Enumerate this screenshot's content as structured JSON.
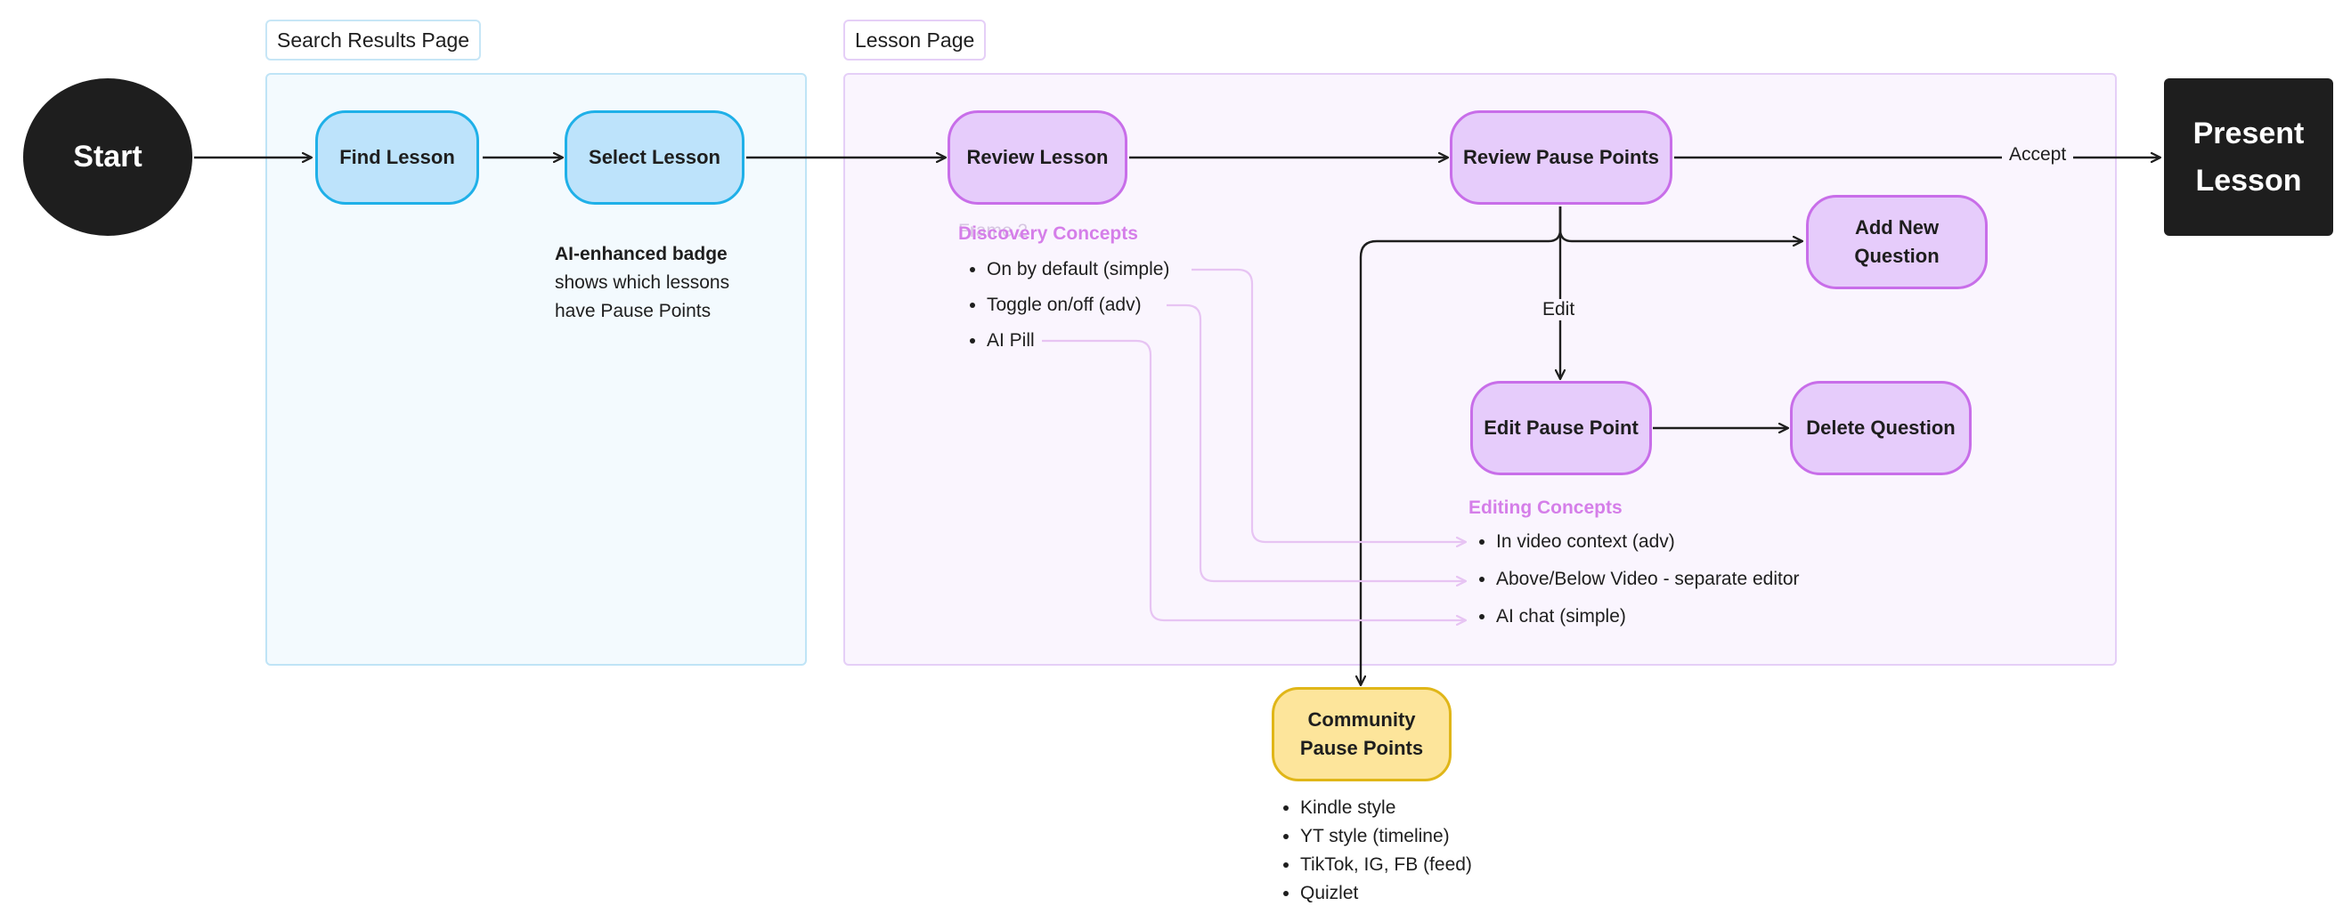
{
  "sections": {
    "search_results": "Search Results Page",
    "lesson": "Lesson Page"
  },
  "nodes": {
    "start": "Start",
    "find_lesson": "Find Lesson",
    "select_lesson": "Select Lesson",
    "review_lesson": "Review Lesson",
    "review_pause_points": "Review Pause Points",
    "add_new_question": "Add New Question",
    "edit_pause_point": "Edit Pause Point",
    "delete_question": "Delete Question",
    "community_pause_points": "Community Pause Points",
    "present_lesson": "Present Lesson"
  },
  "edge_labels": {
    "accept": "Accept",
    "edit": "Edit"
  },
  "badge_note": {
    "bold": "AI-enhanced badge",
    "line2": "shows which lessons",
    "line3": "have Pause Points"
  },
  "ghost_label": "Frame 2",
  "discovery": {
    "heading": "Discovery Concepts",
    "items": [
      "On by default (simple)",
      "Toggle on/off (adv)",
      "AI Pill"
    ]
  },
  "editing": {
    "heading": "Editing Concepts",
    "items": [
      "In video context (adv)",
      "Above/Below Video - separate editor",
      "AI chat (simple)"
    ]
  },
  "community_items": [
    "Kindle style",
    "YT style (timeline)",
    "TikTok, IG, FB (feed)",
    "Quizlet"
  ],
  "colors": {
    "blue_fill": "#bde3fb",
    "blue_stroke": "#1fb0e8",
    "purple_fill": "#e6ccfb",
    "purple_stroke": "#c86ee9",
    "yellow_fill": "#fde59b",
    "yellow_stroke": "#e0b618",
    "dark": "#1e1e1e",
    "concept_heading": "#d57ee9",
    "concept_connector": "#e7c4f3"
  }
}
